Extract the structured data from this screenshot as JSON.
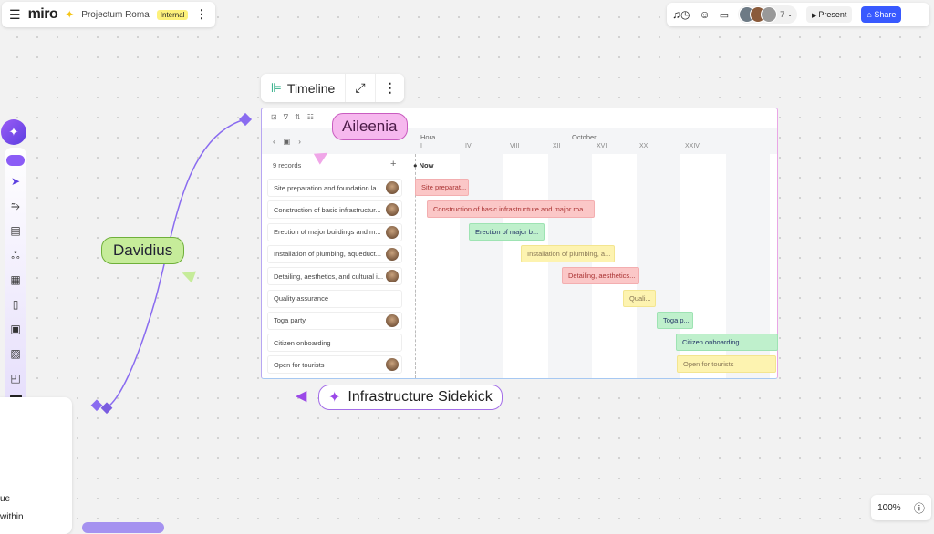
{
  "header": {
    "board_name": "Projectum Roma",
    "badge": "Internal",
    "logo": "miro"
  },
  "toolbar_right": {
    "collaborator_count": "7",
    "present_label": "Present",
    "share_label": "Share"
  },
  "timeline": {
    "title": "Timeline",
    "records_label": "9 records",
    "now_label": "Now",
    "month_left": "Hora",
    "month_center": "October",
    "columns": [
      "I",
      "IV",
      "VIII",
      "XII",
      "XVI",
      "XX",
      "XXIV"
    ],
    "rows": [
      {
        "label": "Site preparation and foundation la...",
        "bar": "Site preparat...",
        "color": "red"
      },
      {
        "label": "Construction of basic infrastructur...",
        "bar": "Construction of basic infrastructure and major roa...",
        "color": "red"
      },
      {
        "label": "Erection of major buildings and m...",
        "bar": "Erection of major b...",
        "color": "green"
      },
      {
        "label": "Installation of plumbing, aqueduct...",
        "bar": "Installation of plumbing, a...",
        "color": "yellow"
      },
      {
        "label": "Detailing, aesthetics, and cultural i...",
        "bar": "Detailing, aesthetics...",
        "color": "red"
      },
      {
        "label": "Quality assurance",
        "bar": "Quali...",
        "color": "yellow"
      },
      {
        "label": "Toga party",
        "bar": "Toga p...",
        "color": "green"
      },
      {
        "label": "Citizen onboarding",
        "bar": "Citizen onboarding",
        "color": "green"
      },
      {
        "label": "Open for tourists",
        "bar": "Open for tourists",
        "color": "yellow"
      }
    ]
  },
  "cursors": {
    "aileenia": "Aileenia",
    "davidius": "Davidius",
    "sidekick": "Infrastructure Sidekick"
  },
  "side_panel": {
    "line1": "ue",
    "line2": "within"
  },
  "zoom": "100%"
}
